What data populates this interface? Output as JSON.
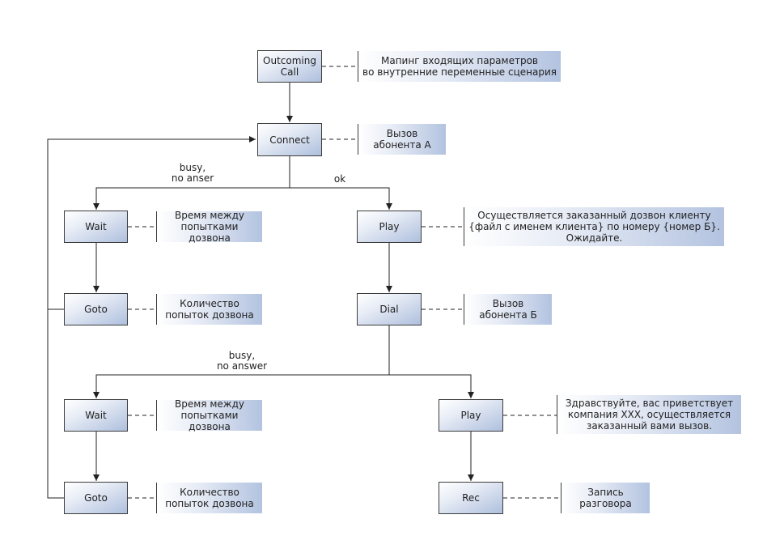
{
  "nodes": {
    "outcoming_call": "Outcoming\nCall",
    "connect": "Connect",
    "wait1": "Wait",
    "play1": "Play",
    "goto1": "Goto",
    "dial": "Dial",
    "wait2": "Wait",
    "play2": "Play",
    "goto2": "Goto",
    "rec": "Rec"
  },
  "notes": {
    "mapping": "Мапинг входящих параметров\nво внутренние переменные сценария",
    "call_a": "Вызов\nабонента А",
    "wait1_interval": "Время между\nпопытками дозвона",
    "play1_message": "Осуществляется заказанный дозвон клиенту\n{файл с именем клиента} по номеру {номер Б}.\nОжидайте.",
    "goto1_count": "Количество\nпопыток дозвона",
    "call_b": "Вызов\nабонента Б",
    "wait2_interval": "Время между\nпопытками дозвона",
    "play2_message": "Здравствуйте, вас приветствует\nкомпания XXX, осуществляется\nзаказанный вами вызов.",
    "goto2_count": "Количество\nпопыток дозвона",
    "rec_record": "Запись\nразговора"
  },
  "edge_labels": {
    "connect_busy": "busy,\nno anser",
    "connect_ok": "ok",
    "dial_busy": "busy,\nno answer"
  }
}
